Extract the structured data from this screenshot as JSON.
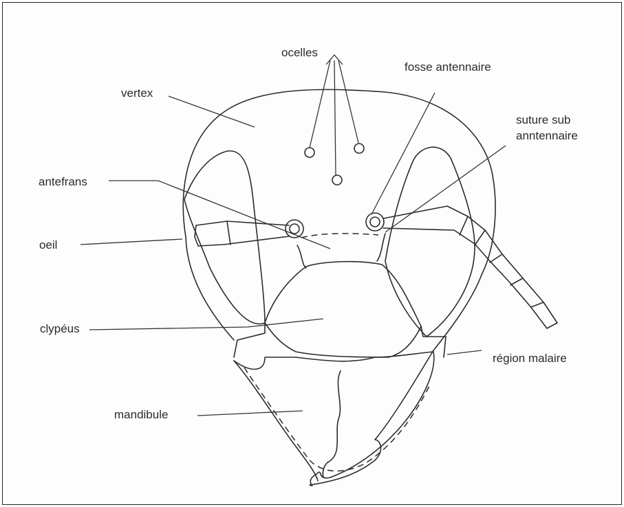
{
  "labels": {
    "ocelles": "ocelles",
    "fosse_antennaire": "fosse antennaire",
    "vertex": "vertex",
    "suture_line1": "suture sub",
    "suture_line2": "anntennaire",
    "antefrans": "antefrans",
    "oeil": "oeil",
    "clypeus": "clypéus",
    "region_malaire": "région malaire",
    "mandibule": "mandibule"
  }
}
